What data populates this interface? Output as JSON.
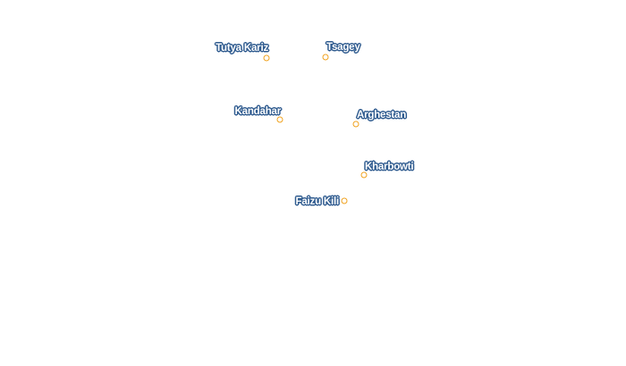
{
  "map": {
    "marker_color": "#f0a21e",
    "label_halo_color": "#2f5b8f",
    "label_text_color": "#ffffff",
    "places": [
      {
        "name": "Tutya Kariz",
        "label_side": "left-above"
      },
      {
        "name": "Tsagey",
        "label_side": "right-above"
      },
      {
        "name": "Kandahar",
        "label_side": "left-above"
      },
      {
        "name": "Arghestan",
        "label_side": "right-above"
      },
      {
        "name": "Kharbowti",
        "label_side": "right-above"
      },
      {
        "name": "Faizu Kili",
        "label_side": "left"
      }
    ]
  }
}
